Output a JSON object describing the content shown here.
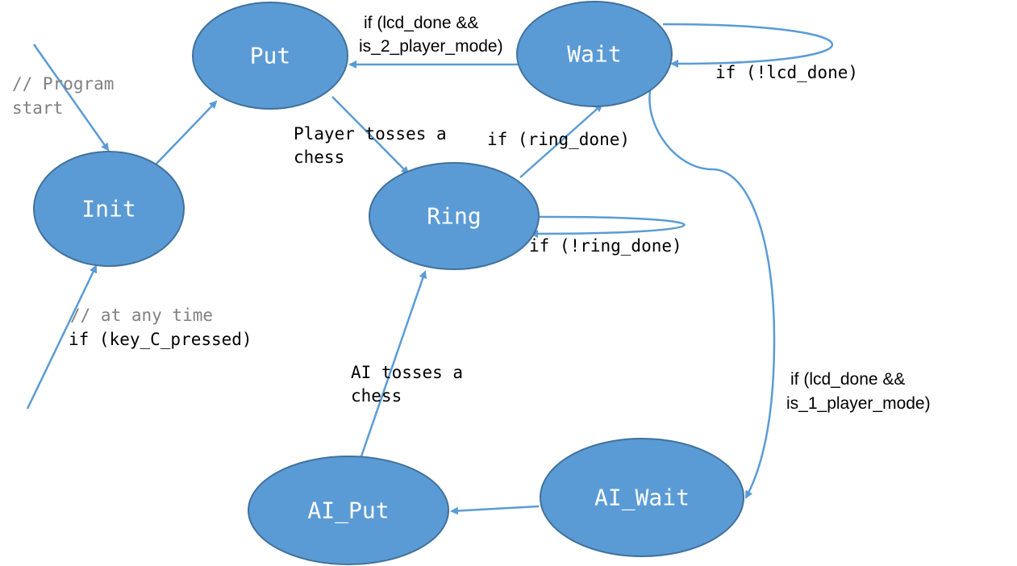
{
  "states": {
    "put": "Put",
    "wait": "Wait",
    "init": "Init",
    "ring": "Ring",
    "ai_put": "AI_Put",
    "ai_wait": "AI_Wait"
  },
  "labels": {
    "program_start_1": "// Program",
    "program_start_2": "start",
    "wait_to_put_1": "if (lcd_done &&",
    "wait_to_put_2": "is_2_player_mode)",
    "wait_self": "if (!lcd_done)",
    "put_to_ring_1": "Player tosses a",
    "put_to_ring_2": "chess",
    "ring_to_wait": "if (ring_done)",
    "ring_self": "if (!ring_done)",
    "any_time_comment": "// at any time",
    "key_c": "if (key_C_pressed)",
    "ai_to_ring_1": "AI tosses a",
    "ai_to_ring_2": "chess",
    "wait_to_ai_1": "if (lcd_done &&",
    "wait_to_ai_2": "is_1_player_mode)"
  },
  "colors": {
    "state_fill": "#5B9BD5",
    "state_stroke": "#41719C",
    "edge": "#5B9BD5",
    "comment": "#808080"
  }
}
